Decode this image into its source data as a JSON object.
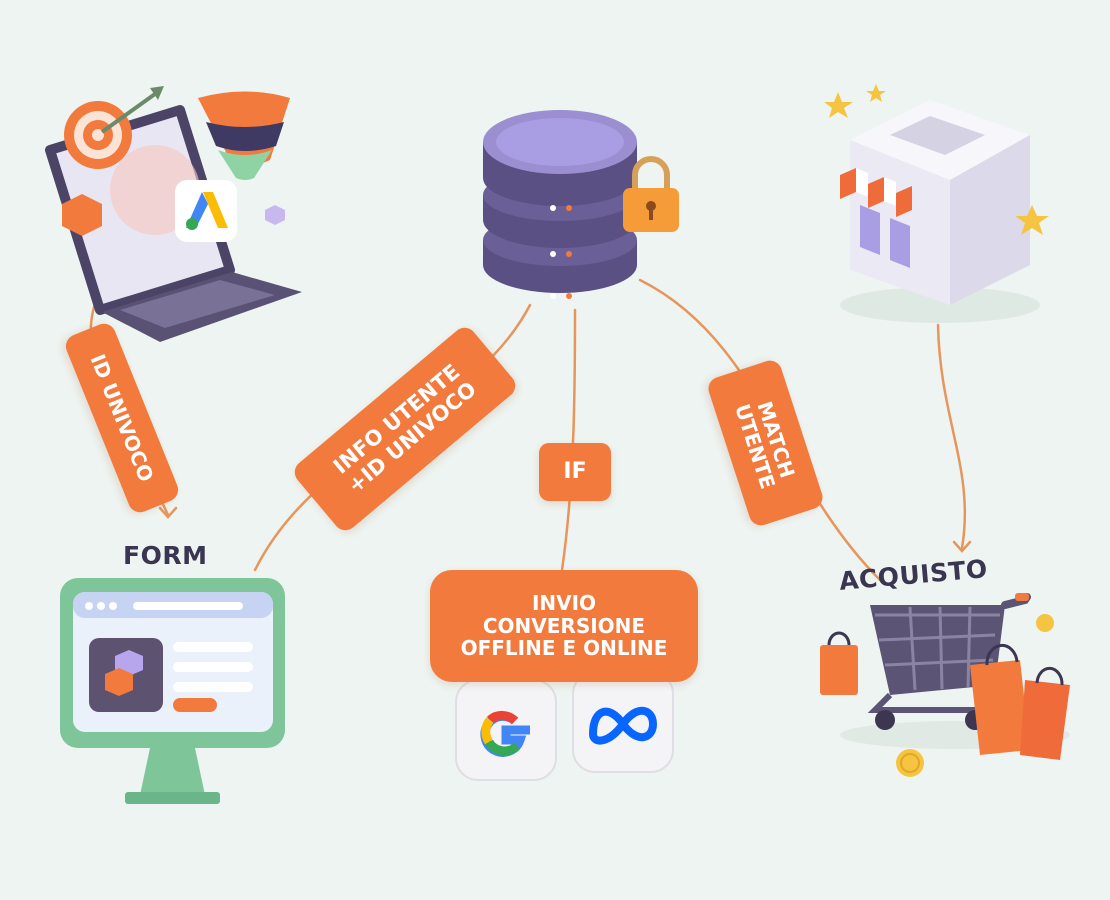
{
  "labels": {
    "id_univoco": "ID UNIVOCO",
    "info_utente": "INFO UTENTE\n+ID UNIVOCO",
    "if": "IF",
    "invio": "INVIO\nCONVERSIONE\nOFFLINE E ONLINE",
    "match_utente": "MATCH\nUTENTE"
  },
  "titles": {
    "form": "FORM",
    "acquisto": "ACQUISTO"
  },
  "icons": {
    "laptop": "laptop-ads-icon",
    "database": "database-lock-icon",
    "shop": "shop-icon",
    "form": "form-monitor-icon",
    "google": "google-logo-icon",
    "meta": "meta-logo-icon",
    "cart": "shopping-cart-icon"
  },
  "colors": {
    "accent": "#f27a3d",
    "background": "#eef4f1",
    "dark": "#3a3550",
    "line": "#e8955c",
    "monitor": "#7fc59a",
    "database": "#6a5f96"
  }
}
